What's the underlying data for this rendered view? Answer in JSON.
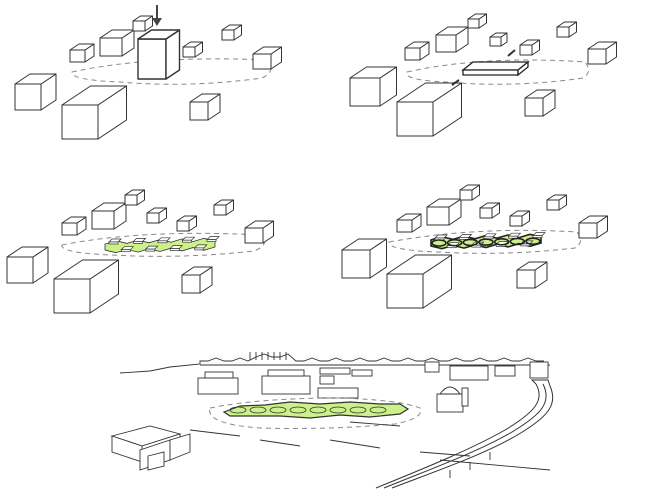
{
  "diagram": {
    "panels": [
      {
        "id": "step-1",
        "label": ""
      },
      {
        "id": "step-2",
        "label": ""
      },
      {
        "id": "step-3",
        "label": ""
      },
      {
        "id": "step-4",
        "label": ""
      },
      {
        "id": "site-perspective",
        "label": ""
      }
    ],
    "colors": {
      "line": "#333333",
      "dash": "#888888",
      "green": "#ccf08a",
      "fill": "#ffffff"
    },
    "icons": [
      "down-arrow-icon",
      "dashed-site-outline",
      "isometric-box",
      "green-park-ribbon"
    ]
  }
}
